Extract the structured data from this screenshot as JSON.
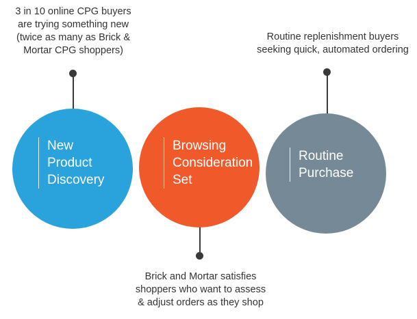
{
  "stages": [
    {
      "name": "new-product-discovery",
      "color": "#2aa3dd",
      "label_lines": [
        "New",
        "Product",
        "Discovery"
      ],
      "note_lines": [
        "3 in 10 online CPG buyers",
        "are trying something new",
        "(twice as many as Brick &",
        "Mortar CPG shoppers)"
      ]
    },
    {
      "name": "browsing-consideration-set",
      "color": "#f05a2a",
      "label_lines": [
        "Browsing",
        "Consideration",
        "Set"
      ],
      "note_lines": [
        "Brick and Mortar satisfies",
        "shoppers who want to assess",
        "& adjust orders as they shop"
      ]
    },
    {
      "name": "routine-purchase",
      "color": "#758a96",
      "label_lines": [
        "Routine",
        "Purchase"
      ],
      "note_lines": [
        "Routine replenishment buyers",
        "seeking quick, automated ordering"
      ]
    }
  ],
  "connector_color": "#3a3a3a"
}
